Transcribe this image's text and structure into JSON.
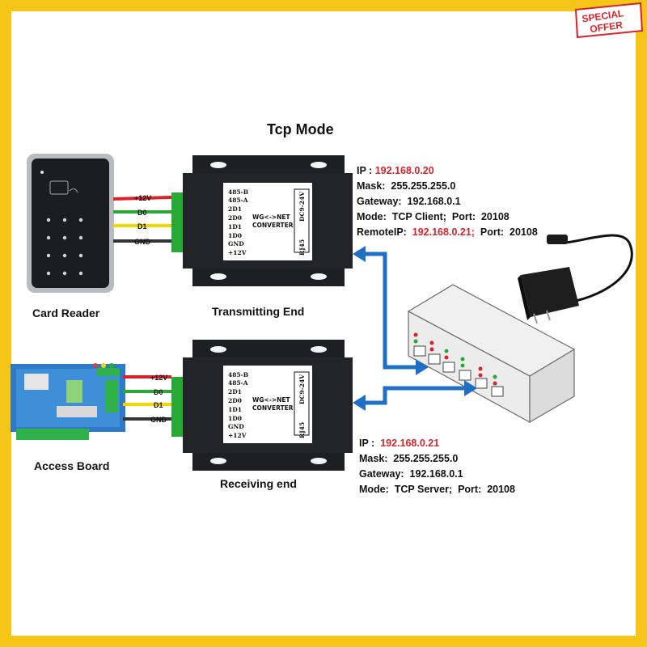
{
  "title": "Tcp Mode",
  "badge": {
    "line1": "SPECIAL",
    "line2": "OFFER"
  },
  "labels": {
    "card_reader": "Card Reader",
    "access_board": "Access Board",
    "transmitting_end": "Transmitting End",
    "receiving_end": "Receiving end"
  },
  "wires": {
    "top": [
      "+12V",
      "D0",
      "D1",
      "GND"
    ],
    "bottom": [
      "+12V",
      "D0",
      "D1",
      "GND"
    ]
  },
  "converter": {
    "pins": [
      "485-B",
      "485-A",
      "2D1",
      "2D0",
      "1D1",
      "1D0",
      "GND",
      "+12V"
    ],
    "name1": "WG<->NET",
    "name2": "CONVERTER",
    "power": "DC9-24V",
    "port": "RJ45"
  },
  "transmit_info": {
    "ip_label": "IP    :",
    "ip": "192.168.0.20",
    "mask_label": "Mask:",
    "mask": "255.255.255.0",
    "gateway_label": "Gateway:",
    "gateway": "192.168.0.1",
    "mode_label": "Mode:",
    "mode": "TCP Client;",
    "port_label": "Port:",
    "port": "20108",
    "remote_label": "RemoteIP:",
    "remote_ip": "192.168.0.21;",
    "remote_port_label": "Port:",
    "remote_port": "20108"
  },
  "receive_info": {
    "ip_label": "IP    :",
    "ip": "192.168.0.21",
    "mask_label": "Mask:",
    "mask": "255.255.255.0",
    "gateway_label": "Gateway:",
    "gateway": "192.168.0.1",
    "mode_label": "Mode:",
    "mode": "TCP Server;",
    "port_label": "Port:",
    "port": "20108"
  },
  "colors": {
    "frame": "#f5c518",
    "wire_12v": "#d8232a",
    "wire_d0": "#2aa835",
    "wire_d1": "#f2d600",
    "wire_gnd": "#333333",
    "network": "#1f6fc4",
    "highlight": "#d8232a"
  }
}
